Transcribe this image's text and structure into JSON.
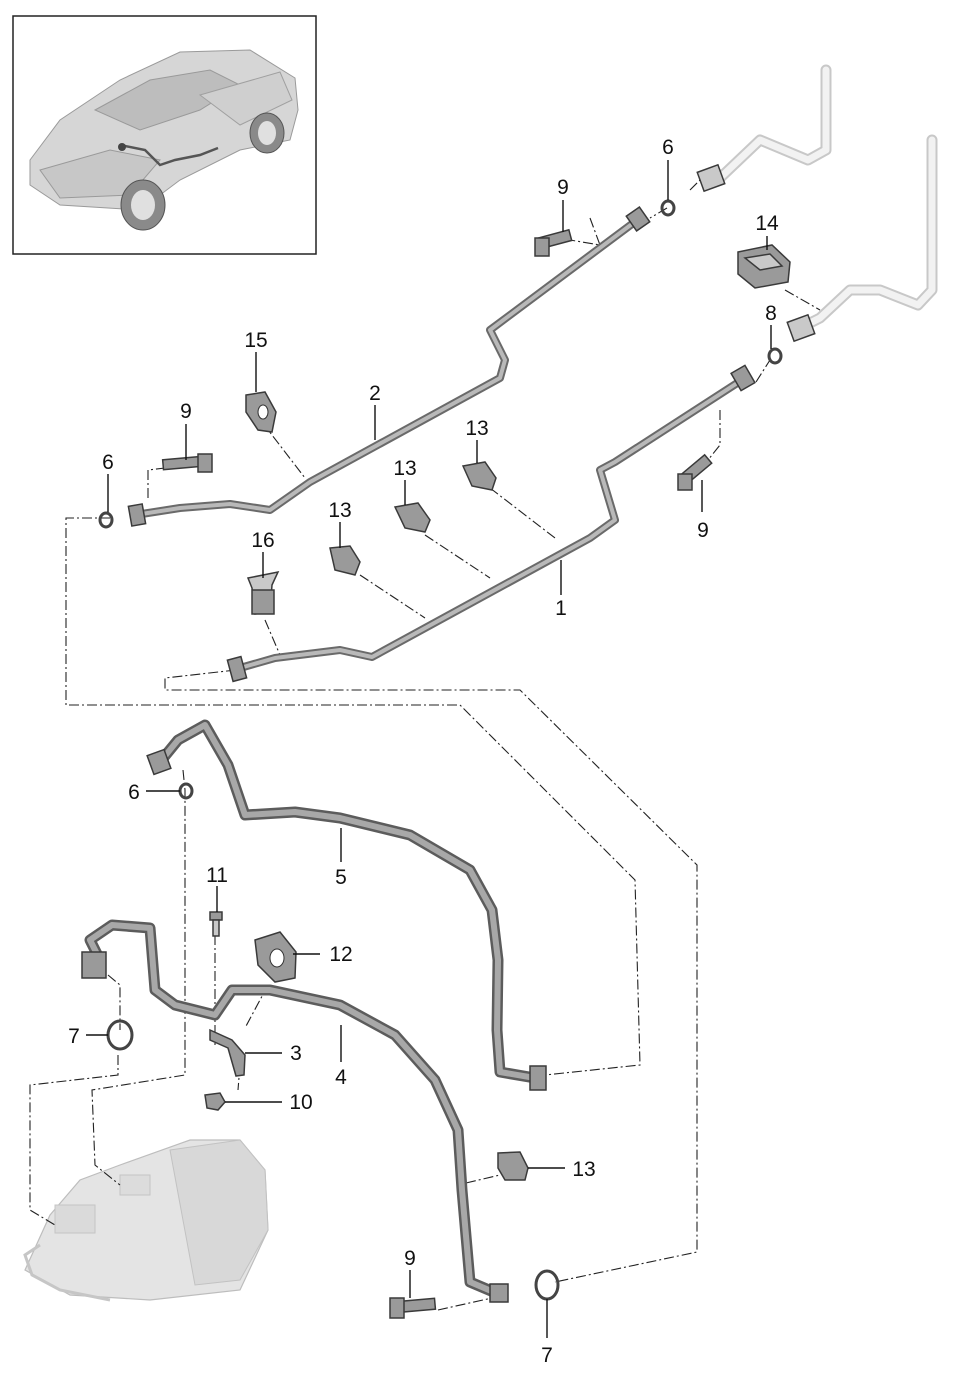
{
  "diagram": {
    "labels": {
      "l1": "1",
      "l2": "2",
      "l3": "3",
      "l4": "4",
      "l5": "5",
      "l6a": "6",
      "l6b": "6",
      "l6c": "6",
      "l7a": "7",
      "l7b": "7",
      "l8": "8",
      "l9a": "9",
      "l9b": "9",
      "l9c": "9",
      "l9d": "9",
      "l10": "10",
      "l11": "11",
      "l12": "12",
      "l13a": "13",
      "l13b": "13",
      "l13c": "13",
      "l13d": "13",
      "l14": "14",
      "l15": "15",
      "l16": "16"
    },
    "colors": {
      "line": "#111111",
      "pipe": "#6a6a6a",
      "ghost": "#c8c8c8",
      "background": "#ffffff"
    }
  }
}
